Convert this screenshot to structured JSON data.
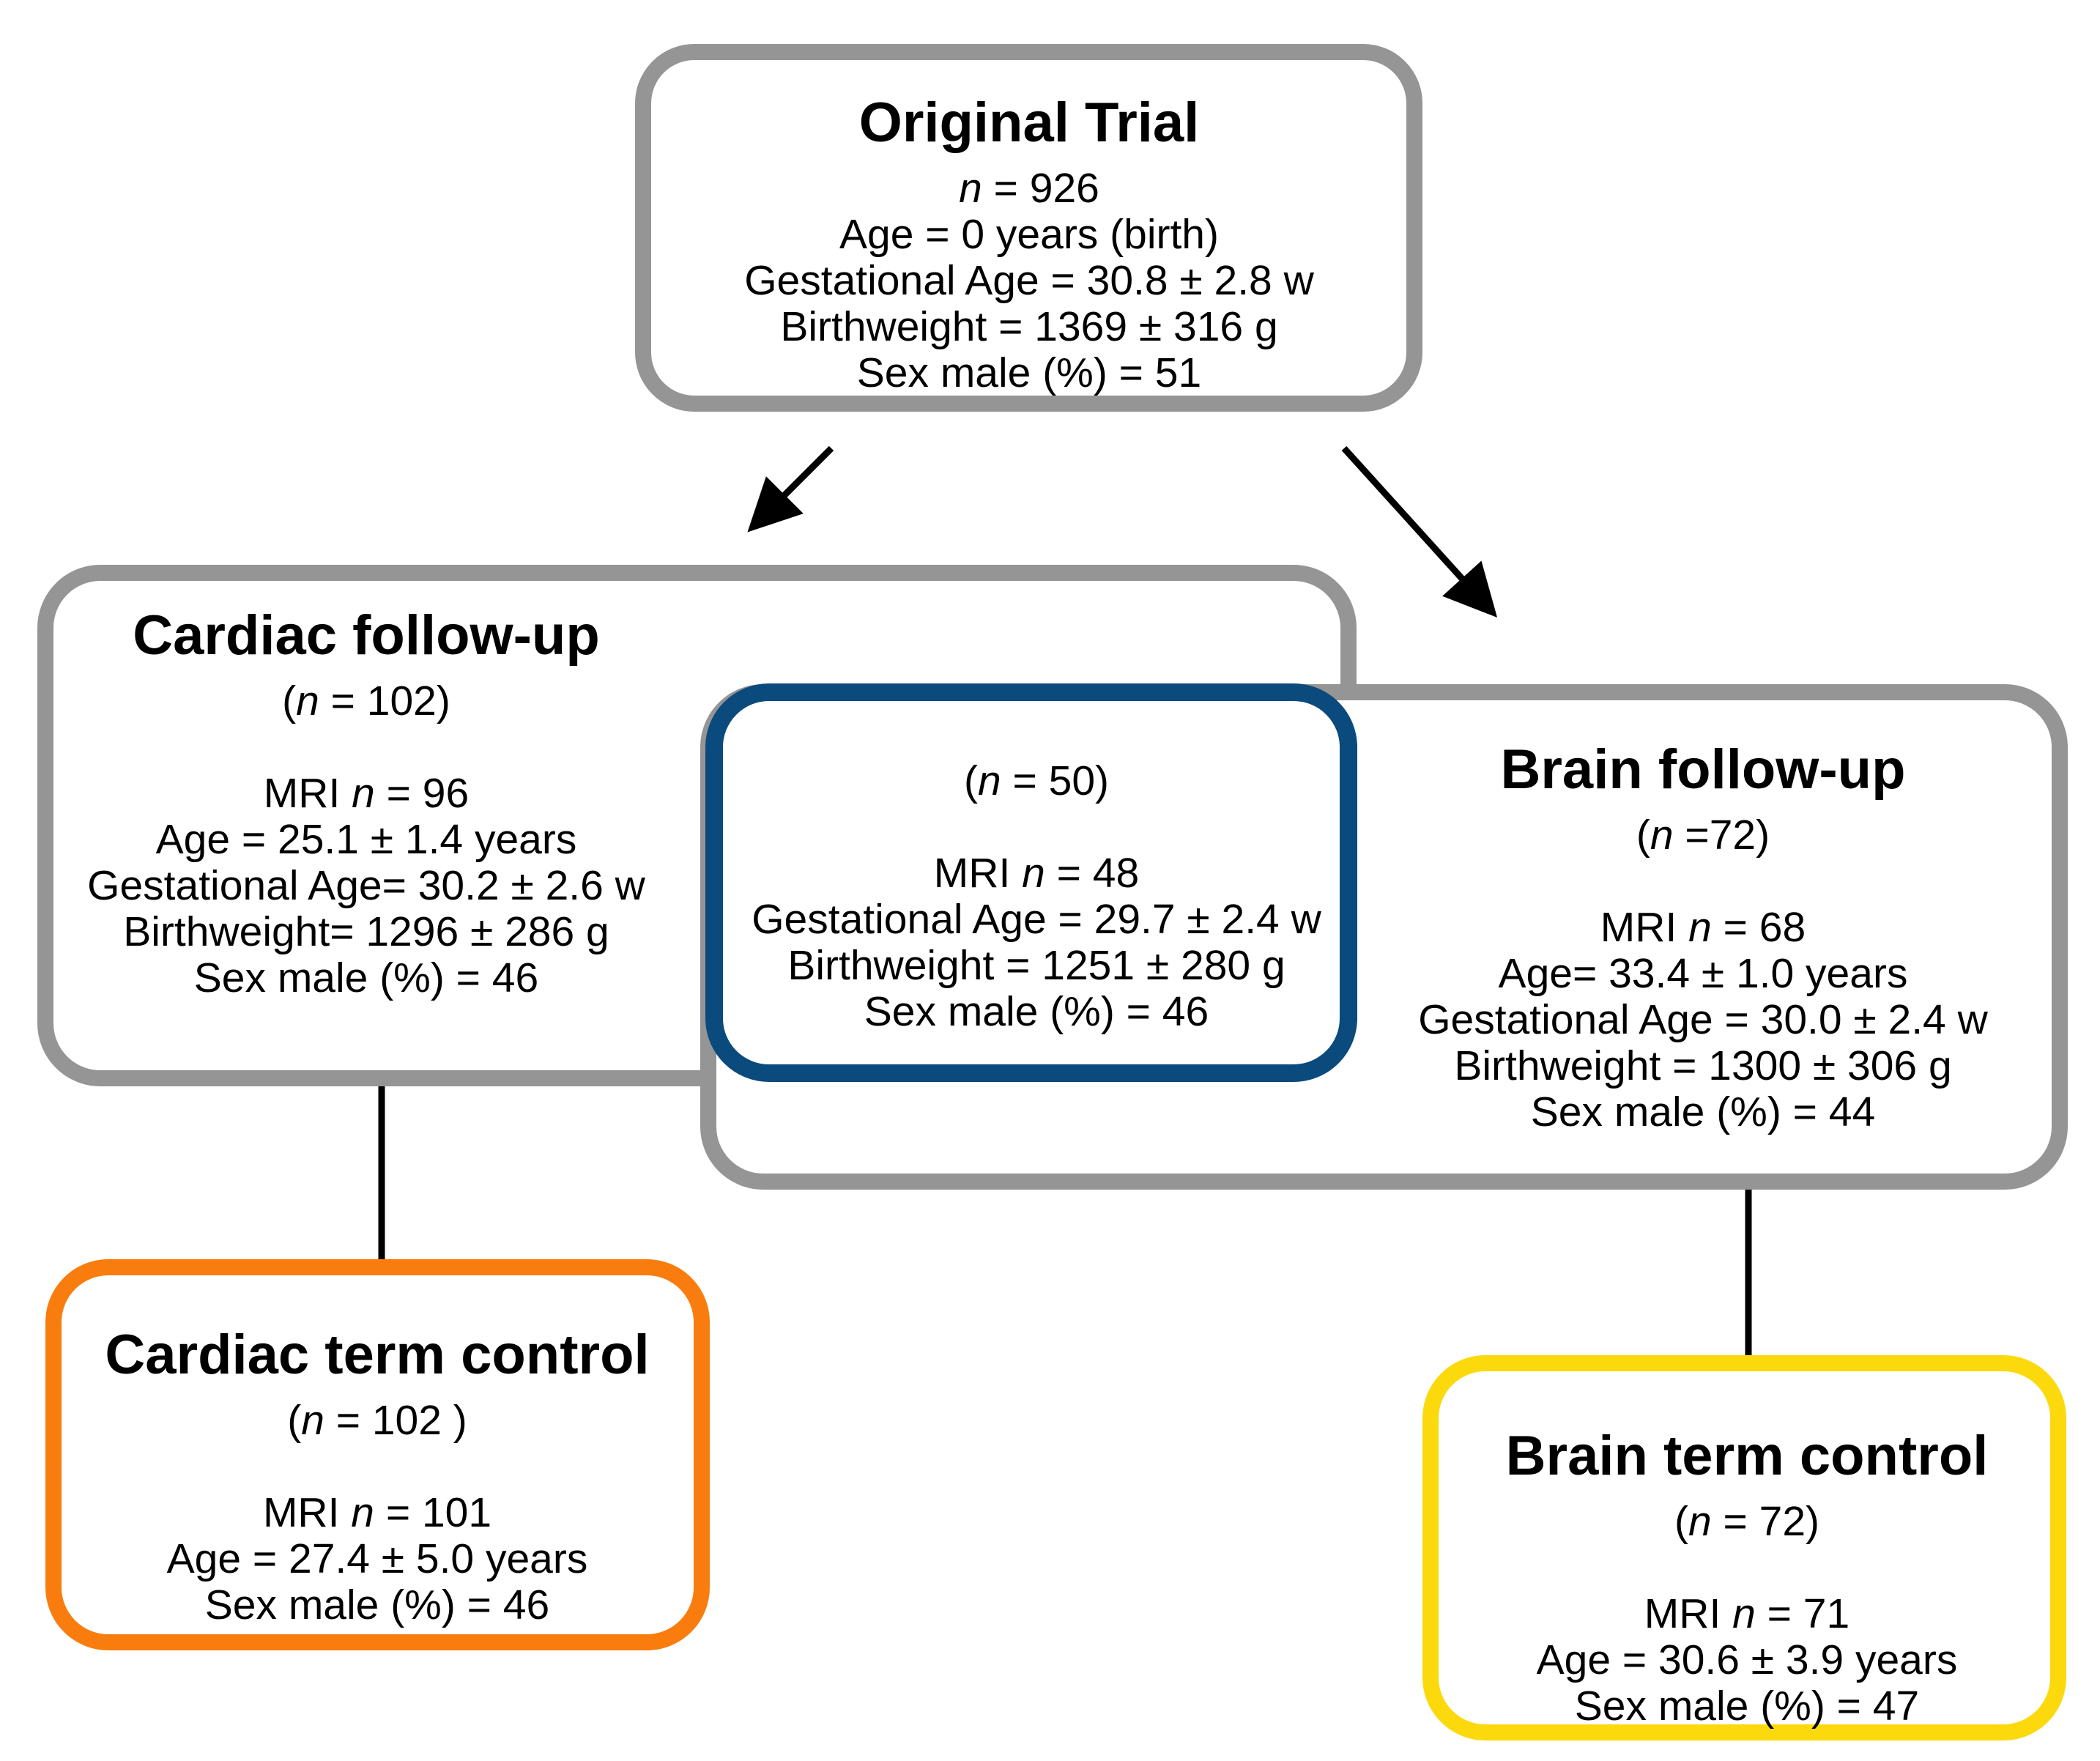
{
  "colors": {
    "original_border": "#959595",
    "cardiac_border": "#959595",
    "brain_border": "#959595",
    "overlap_border": "#0b4a7c",
    "cardiac_control_border": "#f97d0e",
    "brain_control_border": "#fcd90c",
    "connector": "#000000"
  },
  "original": {
    "title": "Original Trial",
    "n_var": "n",
    "n_text": " = 926",
    "age": "Age = 0 years (birth)",
    "ga": "Gestational Age = 30.8 ± 2.8 w",
    "bw": "Birthweight = 1369 ± 316 g",
    "sex": "Sex male (%) = 51"
  },
  "cardiac": {
    "title": "Cardiac follow-up",
    "n_pre": "(",
    "n_var": "n",
    "n_post": " = 102)",
    "mri_pre": "MRI ",
    "mri_var": "n",
    "mri_post": " = 96",
    "age": "Age = 25.1 ± 1.4 years",
    "ga": "Gestational Age= 30.2 ± 2.6 w",
    "bw": "Birthweight= 1296 ± 286 g",
    "sex": "Sex male (%) = 46"
  },
  "overlap": {
    "n_pre": "(",
    "n_var": "n",
    "n_post": " = 50)",
    "mri_pre": "MRI ",
    "mri_var": "n",
    "mri_post": " = 48",
    "ga": "Gestational Age = 29.7 ± 2.4 w",
    "bw": "Birthweight = 1251 ± 280 g",
    "sex": "Sex male (%) = 46"
  },
  "brain": {
    "title": "Brain follow-up",
    "n_pre": "(",
    "n_var": "n",
    "n_post": " =72)",
    "mri_pre": "MRI ",
    "mri_var": "n",
    "mri_post": " = 68",
    "age": "Age= 33.4 ± 1.0 years",
    "ga": "Gestational Age = 30.0 ± 2.4 w",
    "bw": "Birthweight = 1300 ± 306 g",
    "sex": "Sex male (%) = 44"
  },
  "cardiac_control": {
    "title": "Cardiac term control",
    "n_pre": "(",
    "n_var": "n",
    "n_post": " = 102 )",
    "mri_pre": "MRI ",
    "mri_var": "n",
    "mri_post": " = 101",
    "age": "Age = 27.4 ± 5.0 years",
    "sex": "Sex male (%) = 46"
  },
  "brain_control": {
    "title": "Brain term control",
    "n_pre": "(",
    "n_var": "n",
    "n_post": " = 72)",
    "mri_pre": "MRI ",
    "mri_var": "n",
    "mri_post": " = 71",
    "age": "Age = 30.6 ± 3.9 years",
    "sex": "Sex male (%) = 47"
  }
}
